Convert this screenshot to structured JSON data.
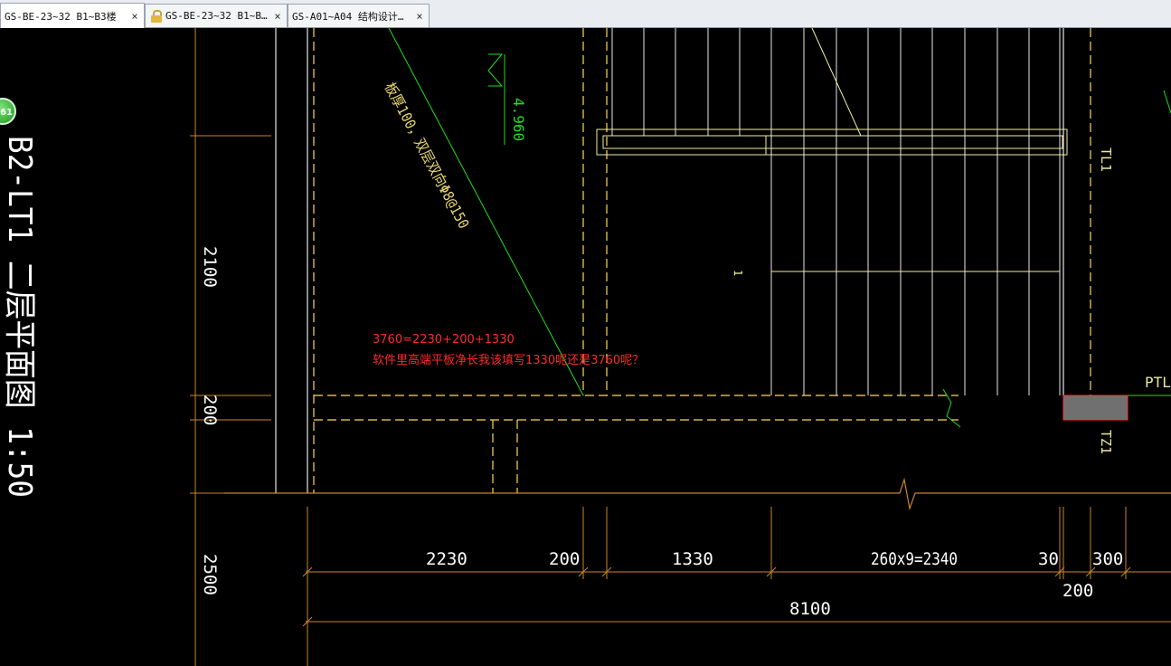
{
  "tabs": [
    {
      "label": "GS-BE-23~32 B1~B3楼",
      "active": true,
      "locked": false
    },
    {
      "label": "GS-BE-23~32 B1~B",
      "active": false,
      "locked": true
    },
    {
      "label": "GS-A01~A04 结构设计",
      "active": false,
      "locked": false
    }
  ],
  "tab_close_glyph": "×",
  "tab_ellipsis": "…",
  "badge": {
    "text": "61",
    "color": "#2fb42f"
  },
  "drawing": {
    "title_vertical": "B2-LT1 二层平面图 1:50",
    "slab_note": "板厚100，双层双向Φ8@150",
    "elevation": "4.960",
    "labels": {
      "tl1": "TL1",
      "tz1": "TZ1",
      "ptl": "PTL",
      "arrow_mark": "1"
    },
    "dims_left": [
      "2100",
      "200",
      "2500"
    ],
    "dims_bottom": [
      "2230",
      "200",
      "1330",
      "260x9=2340",
      "30",
      "300"
    ],
    "dim_200_lower": "200",
    "dim_total": "8100"
  },
  "annotation": {
    "line1": "3760=2230+200+1330",
    "line2": "软件里高端平板净长我该填写1330呢还是3760呢？"
  },
  "colors": {
    "background": "#000000",
    "annotation": "#ff2a2a",
    "wall": "#ffe28a",
    "dim_line": "#c8862a",
    "green_line": "#22dd22"
  }
}
